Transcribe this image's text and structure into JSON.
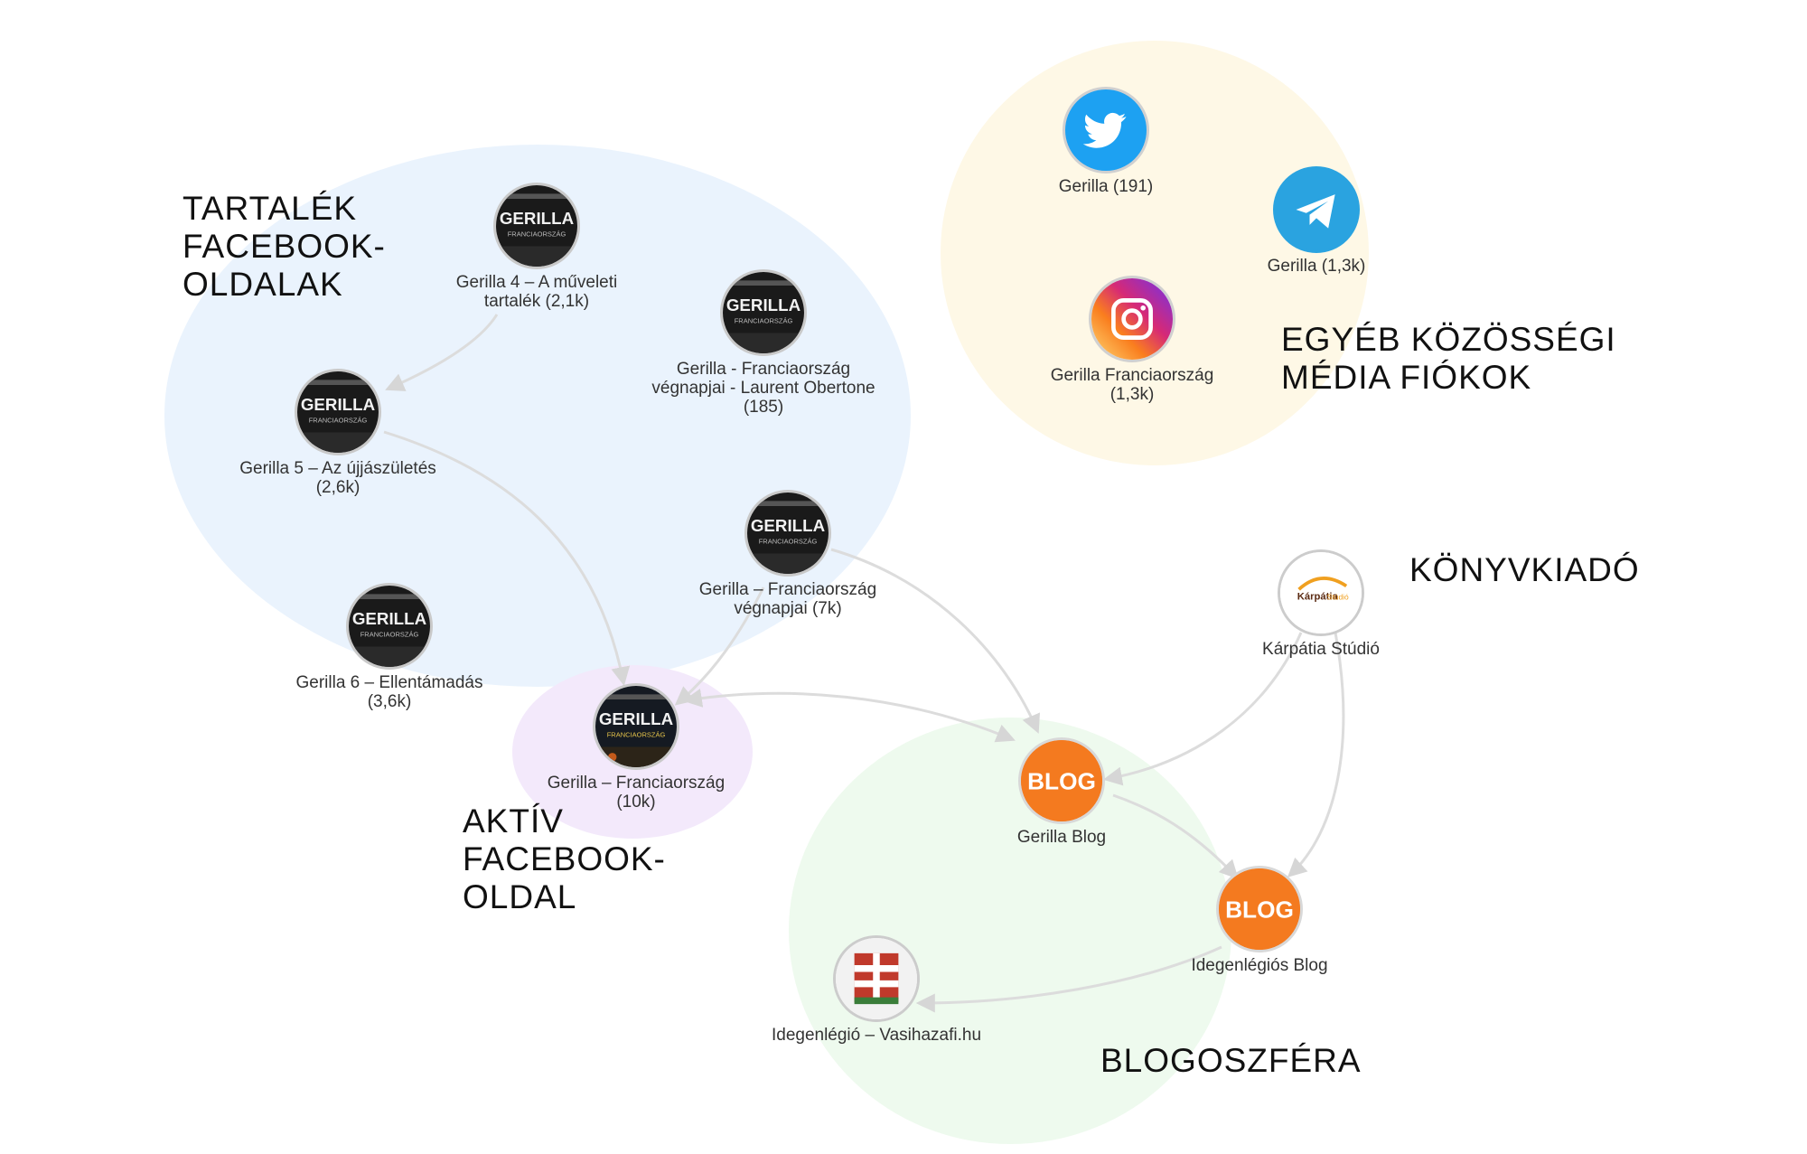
{
  "groups": {
    "tartalek": "TARTALÉK\nFACEBOOK-\nOLDALAK",
    "egyeb": "EGYÉB KÖZÖSSÉGI\nMÉDIA FIÓKOK",
    "konyvkiado": "KÖNYVKIADÓ",
    "aktiv": "AKTÍV\nFACEBOOK-\nOLDAL",
    "blogoszfera": "BLOGOSZFÉRA"
  },
  "colors": {
    "tartalek_bg": "#eaf3fd",
    "egyeb_bg": "#fef8e6",
    "aktiv_bg": "#f3e9fb",
    "blogoszfera_bg": "#eefaee",
    "edge": "#dcdcdc",
    "twitter": "#1da1f2",
    "telegram": "#2aa3e0",
    "blog": "#f47a1f"
  },
  "nodes": {
    "gerilla4": "Gerilla 4 – A műveleti\ntartalék (2,1k)",
    "gerilla_obertone": "Gerilla - Franciaország\nvégnapjai - Laurent Obertone\n(185)",
    "gerilla5": "Gerilla 5 – Az újjászületés\n(2,6k)",
    "gerilla_vegnapjai": "Gerilla – Franciaország\nvégnapjai (7k)",
    "gerilla6": "Gerilla 6 – Ellentámadás\n(3,6k)",
    "gerilla_fr": "Gerilla – Franciaország\n(10k)",
    "twitter": "Gerilla (191)",
    "telegram": "Gerilla (1,3k)",
    "instagram": "Gerilla Franciaország\n(1,3k)",
    "karpatia": "Kárpátia Stúdió",
    "gerilla_blog": "Gerilla Blog",
    "idegenlegios_blog": "Idegenlégiós Blog",
    "vasihazafi": "Idegenlégió – Vasihazafi.hu"
  },
  "icons": {
    "gerilla_word": "GERILLA",
    "gerilla_sub": "FRANCIAORSZÁG",
    "blog_word": "BLOG",
    "karpatia_word": "Kárpátia",
    "karpatia_word2": "Stúdió"
  }
}
